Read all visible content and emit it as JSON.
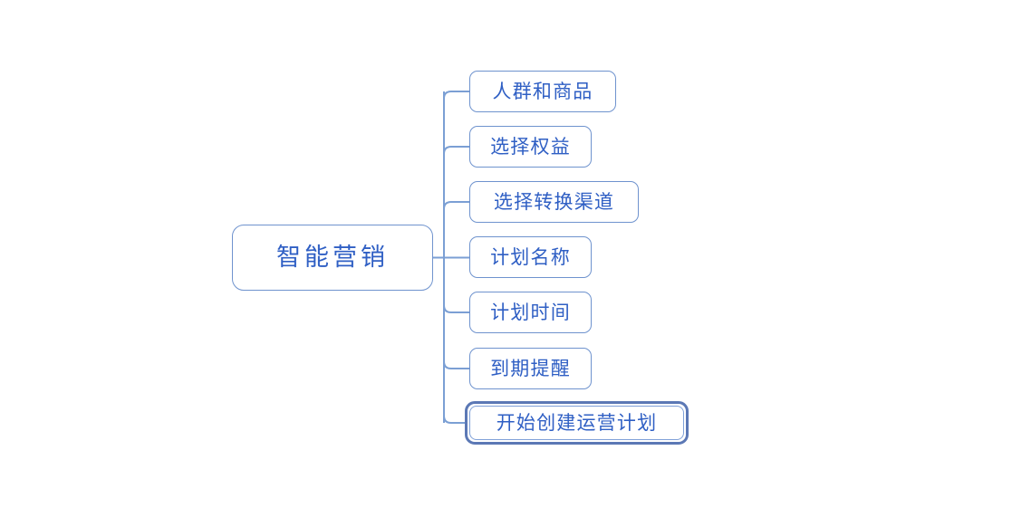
{
  "diagram": {
    "type": "mind-map",
    "title": "智能营销",
    "background_color": "#ffffff",
    "node_border_color": "#6f93ce",
    "node_text_color": "#2f5fc4",
    "connector_color": "#7b9fd4",
    "selection_color": "#5b78b5",
    "root": {
      "label": "智能营销"
    },
    "children": [
      {
        "label": "人群和商品",
        "selected": false
      },
      {
        "label": "选择权益",
        "selected": false
      },
      {
        "label": "选择转换渠道",
        "selected": false
      },
      {
        "label": "计划名称",
        "selected": false
      },
      {
        "label": "计划时间",
        "selected": false
      },
      {
        "label": "到期提醒",
        "selected": false
      },
      {
        "label": "开始创建运营计划",
        "selected": true
      }
    ]
  }
}
